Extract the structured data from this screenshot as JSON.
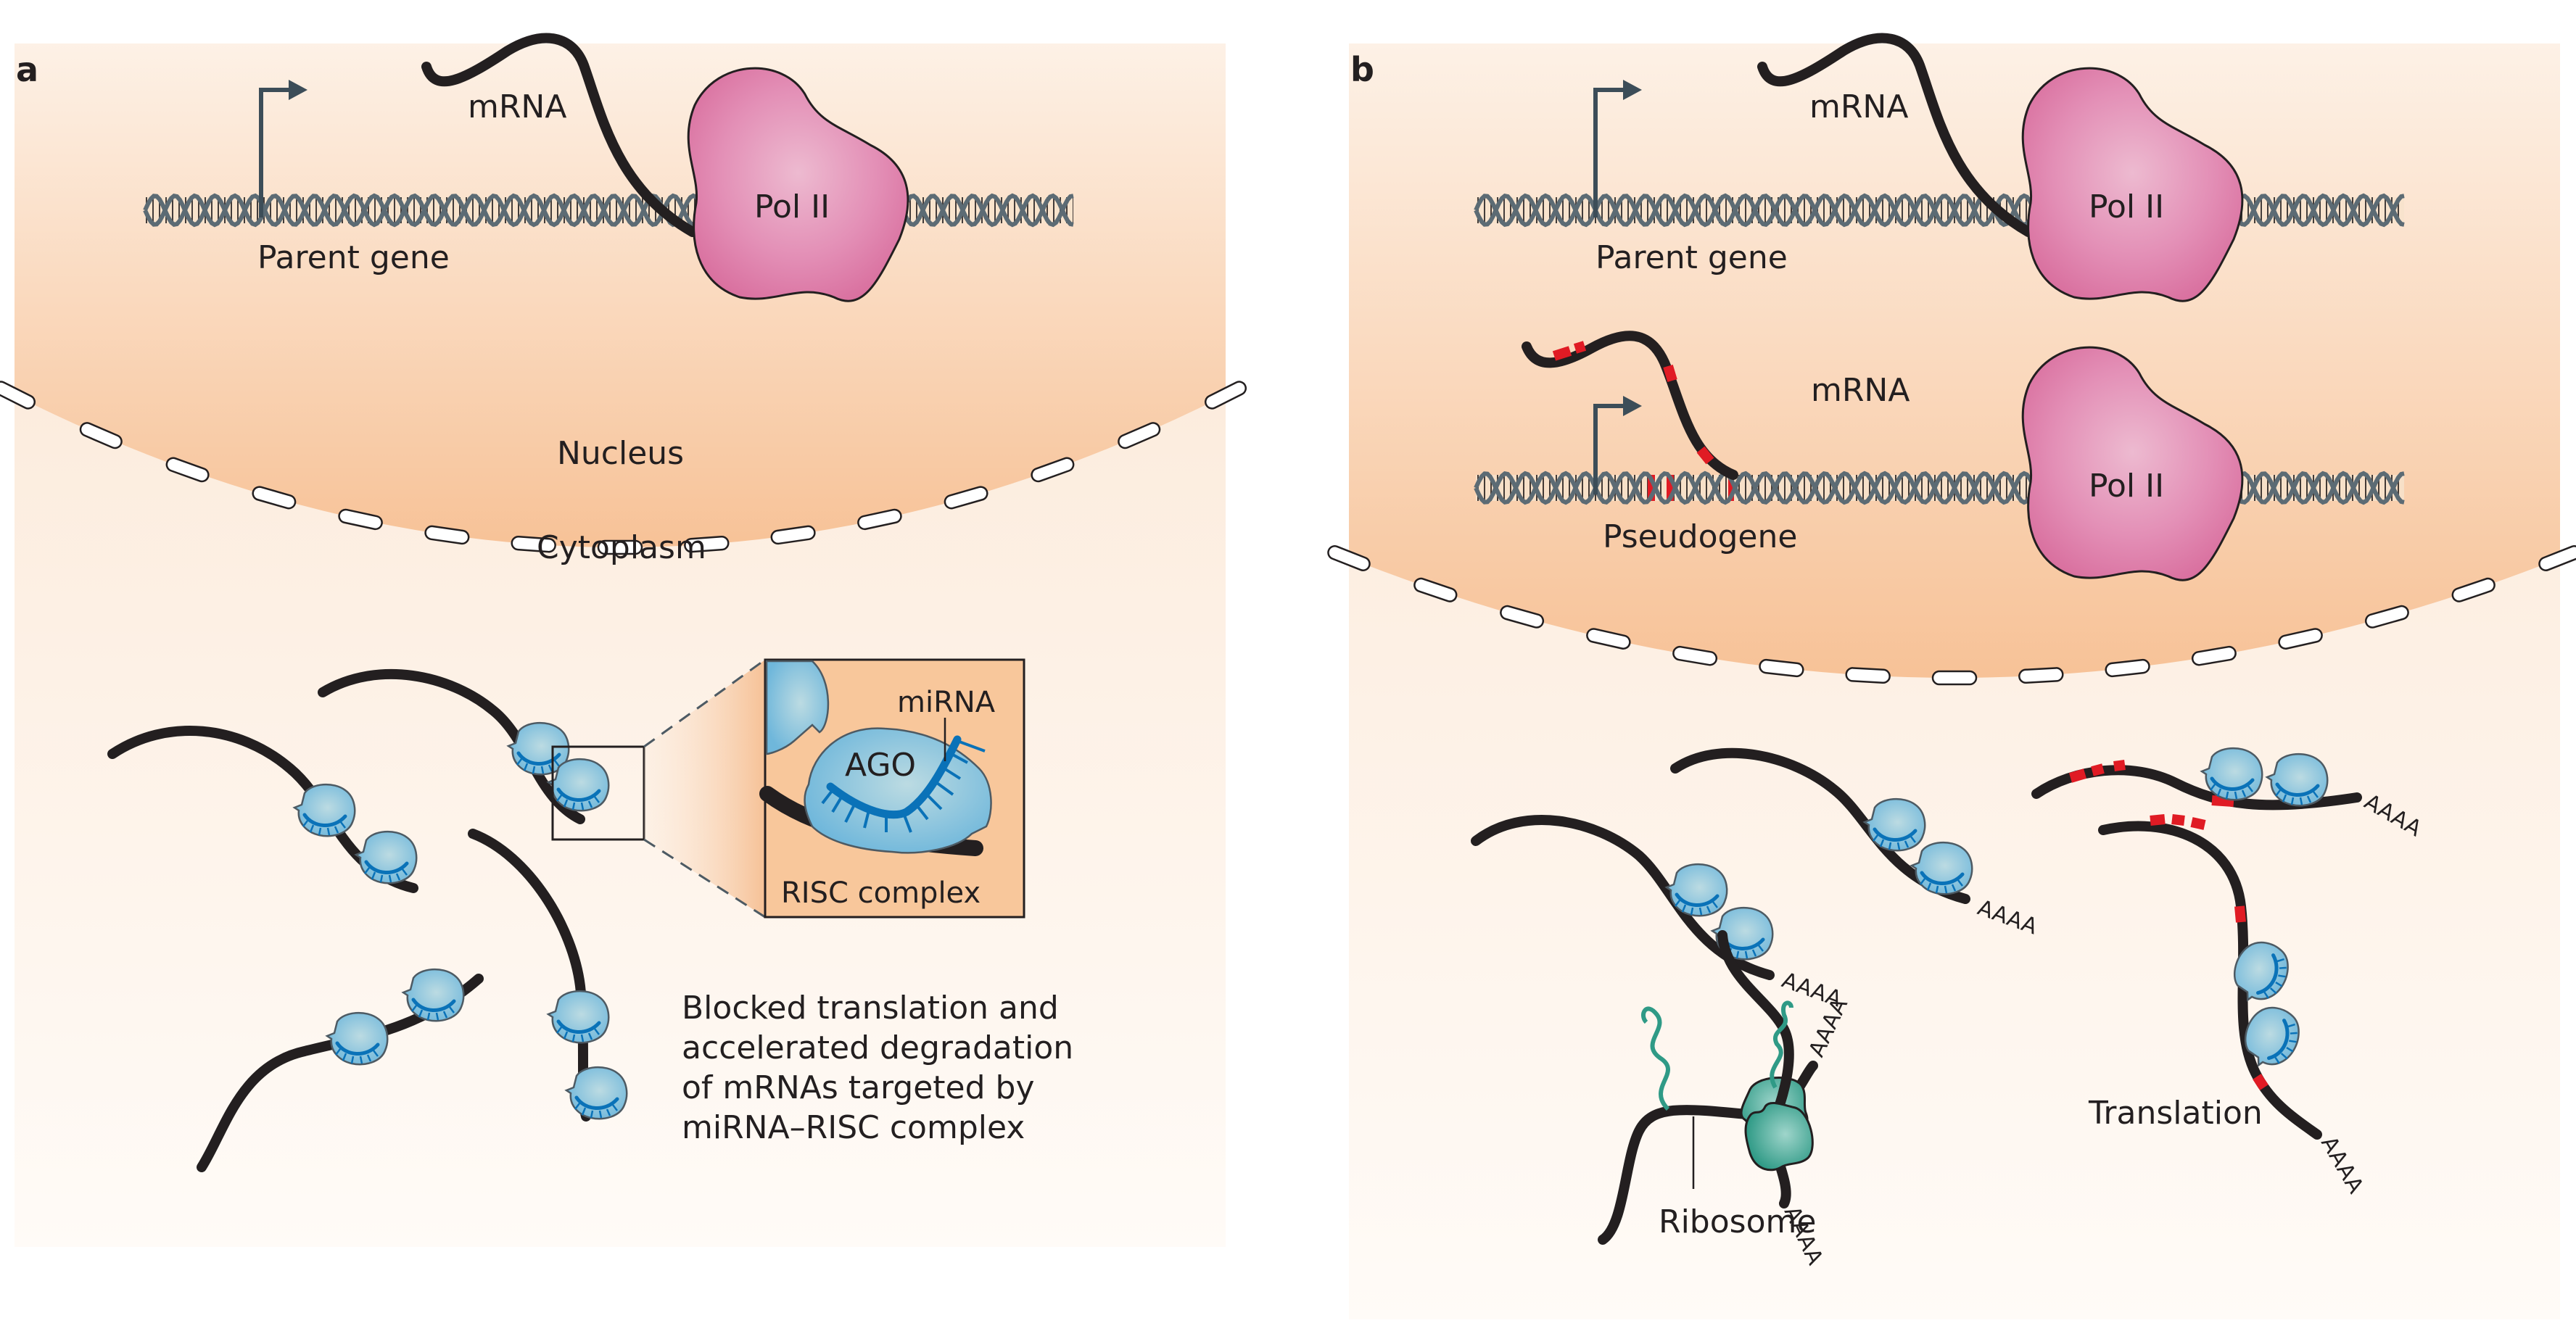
{
  "figure": {
    "panels": [
      {
        "letter": "a",
        "labels": {
          "mrna": "mRNA",
          "pol": "Pol II",
          "gene": "Parent gene",
          "nucleus": "Nucleus",
          "cytoplasm": "Cytoplasm",
          "mirna": "miRNA",
          "ago": "AGO",
          "risc": "RISC complex",
          "caption": [
            "Blocked translation and",
            "accelerated degradation",
            "of mRNAs targeted by",
            "miRNA–RISC complex"
          ]
        }
      },
      {
        "letter": "b",
        "labels": {
          "mrna_parent": "mRNA",
          "pol_parent": "Pol II",
          "gene_parent": "Parent gene",
          "mrna_pseudo": "mRNA",
          "pol_pseudo": "Pol II",
          "gene_pseudo": "Pseudogene",
          "polyA": "AAAA",
          "ribosome": "Ribosome",
          "translation": "Translation"
        }
      }
    ],
    "colors": {
      "nucleus": "#f8c9a0",
      "cytoplasm": "#fdf0e4",
      "pol_ii": "#e07fac",
      "ago": "#7fc0dd",
      "mirna": "#0a72b8",
      "ribosome": "#3aa894",
      "pseudogene_mark": "#e01b24",
      "rna": "#231f20",
      "dna": "#5c6b74"
    }
  }
}
